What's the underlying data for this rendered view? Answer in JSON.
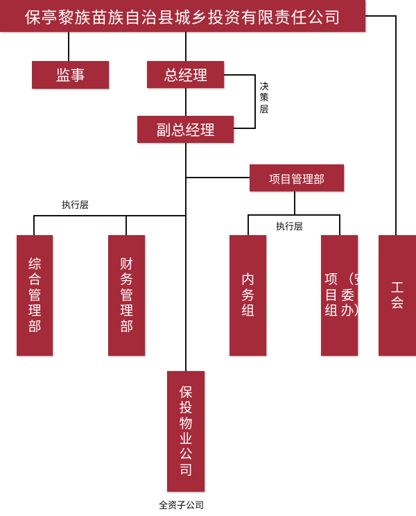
{
  "colors": {
    "box_fill": "#a52a3a",
    "box_text": "#ffffff",
    "connector": "#111111"
  },
  "company": {
    "name": "保亭黎族苗族自治县城乡投资有限责任公司"
  },
  "nodes": {
    "supervisor": "监事",
    "general_manager": "总经理",
    "deputy_general_manager": "副总经理",
    "project_management_dept": "项目管理部",
    "general_management_dept": "综合管理部",
    "finance_management_dept": "财务管理部",
    "property_company": "保投物业公司",
    "internal_affairs_group": "内务组",
    "project_group": "项目组",
    "safety_committee_office": "（安委办）",
    "labor_union": "工会"
  },
  "annotations": {
    "decision_layer": "决策层",
    "execution_layer_left": "执行层",
    "execution_layer_right": "执行层",
    "wholly_owned_subsidiary": "全资子公司"
  }
}
